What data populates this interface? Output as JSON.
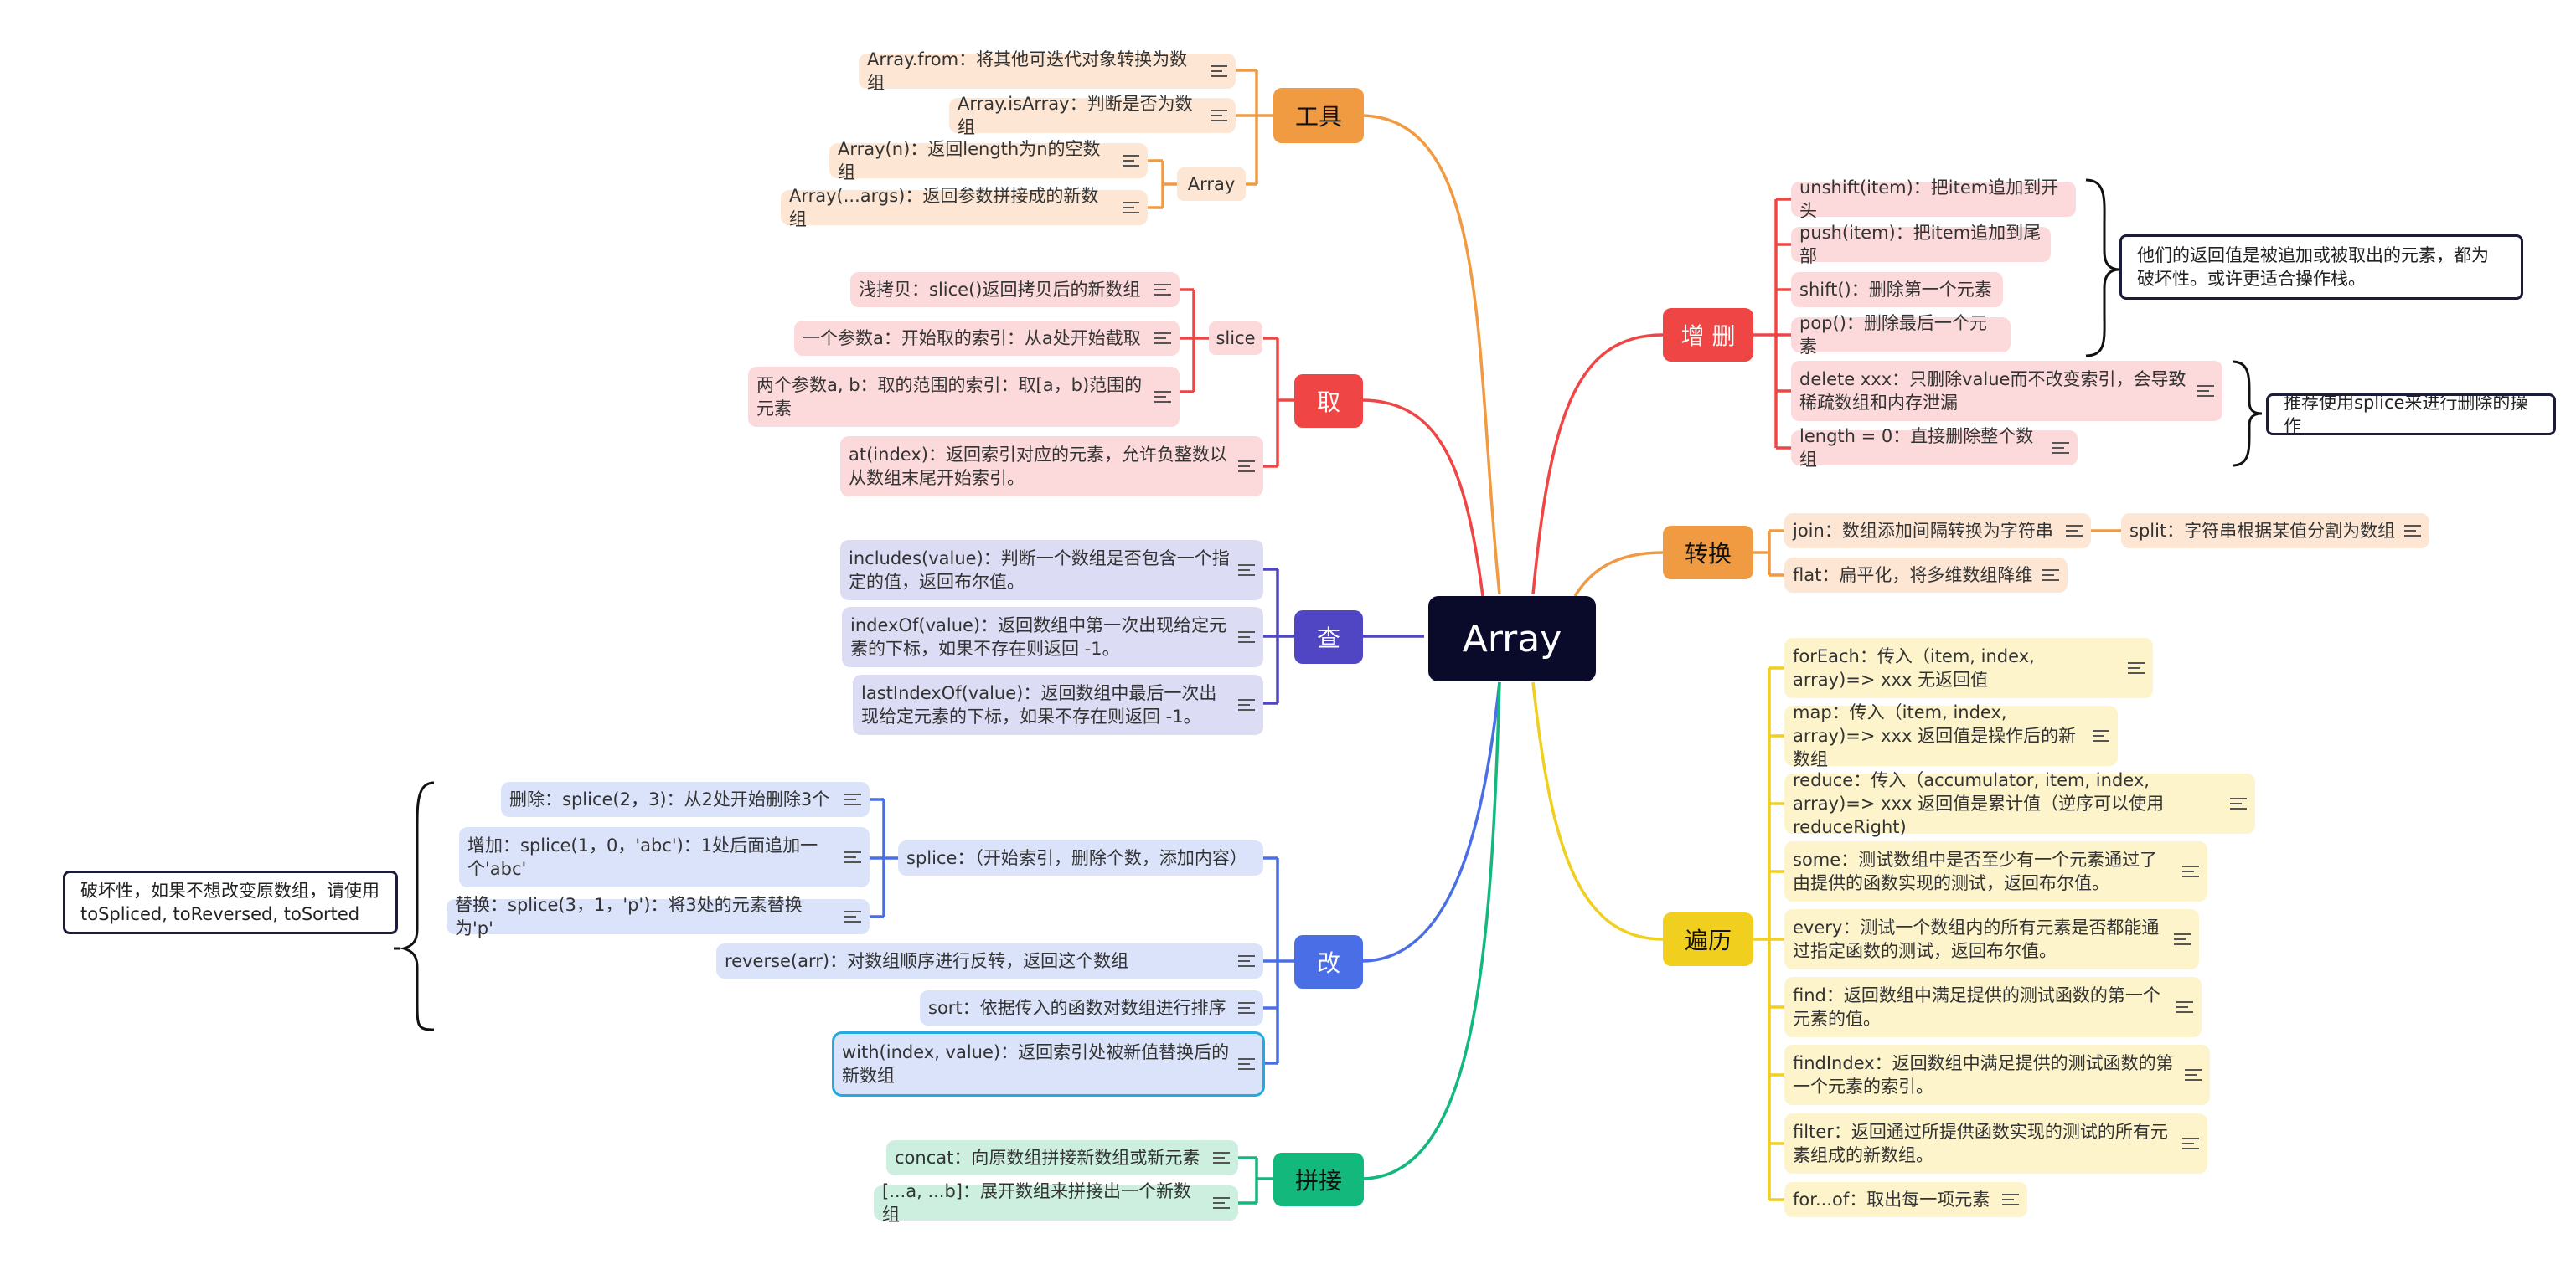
{
  "root": "Array",
  "colors": {
    "orange": "#f09a42",
    "red": "#f04545",
    "purple": "#5046c4",
    "blue": "#4a6ee6",
    "green": "#12b87c",
    "yellow": "#f1cf1e",
    "root_bg": "#0a0a2a"
  },
  "left": {
    "tools": {
      "label": "工具",
      "items": [
        "Array.from：将其他可迭代对象转换为数组",
        "Array.isArray：判断是否为数组"
      ],
      "array_group": {
        "label": "Array",
        "items": [
          "Array(n)：返回length为n的空数组",
          "Array(...args)：返回参数拼接成的新数组"
        ]
      }
    },
    "take": {
      "label": "取",
      "slice_group": {
        "label": "slice",
        "items": [
          "浅拷贝：slice()返回拷贝后的新数组",
          "一个参数a：开始取的索引：从a处开始截取",
          "两个参数a, b：取的范围的索引：取[a，b)范围的元素"
        ]
      },
      "items": [
        "at(index)：返回索引对应的元素，允许负整数以从数组末尾开始索引。"
      ]
    },
    "find": {
      "label": "查",
      "items": [
        "includes(value)：判断一个数组是否包含一个指定的值，返回布尔值。",
        "indexOf(value)：返回数组中第一次出现给定元素的下标，如果不存在则返回 -1。",
        "lastIndexOf(value)：返回数组中最后一次出现给定元素的下标，如果不存在则返回 -1。"
      ]
    },
    "modify": {
      "label": "改",
      "splice_group": {
        "label": "splice：（开始索引，删除个数，添加内容）",
        "items": [
          "删除：splice(2，3)：从2处开始删除3个",
          "增加：splice(1，0，'abc')：1处后面追加一个'abc'",
          "替换：splice(3，1，'p')：将3处的元素替换为'p'"
        ]
      },
      "items": [
        "reverse(arr)：对数组顺序进行反转，返回这个数组",
        "sort：依据传入的函数对数组进行排序",
        "with(index, value)：返回索引处被新值替换后的新数组"
      ],
      "note": "破坏性，如果不想改变原数组，请使用 toSpliced, toReversed, toSorted"
    },
    "concat": {
      "label": "拼接",
      "items": [
        "concat：向原数组拼接新数组或新元素",
        "[...a, ...b]：展开数组来拼接出一个新数组"
      ]
    }
  },
  "right": {
    "crud": {
      "label": "增 删",
      "items": [
        "unshift(item)：把item追加到开头",
        "push(item)：把item追加到尾部",
        "shift()：删除第一个元素",
        "pop()：删除最后一个元素",
        "delete xxx：只删除value而不改变索引，会导致稀疏数组和内存泄漏",
        "length = 0：直接删除整个数组"
      ],
      "note1": "他们的返回值是被追加或被取出的元素，都为破坏性。或许更适合操作栈。",
      "note2": "推荐使用splice来进行删除的操作"
    },
    "convert": {
      "label": "转换",
      "join": "join：数组添加间隔转换为字符串",
      "split": "split：字符串根据某值分割为数组",
      "flat": "flat：扁平化，将多维数组降维"
    },
    "iterate": {
      "label": "遍历",
      "items": [
        "forEach：传入（item, index, array)=> xxx  无返回值",
        "map：传入（item, index, array)=> xxx  返回值是操作后的新数组",
        "reduce：传入（accumulator, item, index, array)=> xxx  返回值是累计值（逆序可以使用reduceRight)",
        "some：测试数组中是否至少有一个元素通过了由提供的函数实现的测试，返回布尔值。",
        "every：测试一个数组内的所有元素是否都能通过指定函数的测试，返回布尔值。",
        "find：返回数组中满足提供的测试函数的第一个元素的值。",
        "findIndex：返回数组中满足提供的测试函数的第一个元素的索引。",
        "filter：返回通过所提供函数实现的测试的所有元素组成的新数组。",
        "for...of：取出每一项元素"
      ]
    }
  }
}
